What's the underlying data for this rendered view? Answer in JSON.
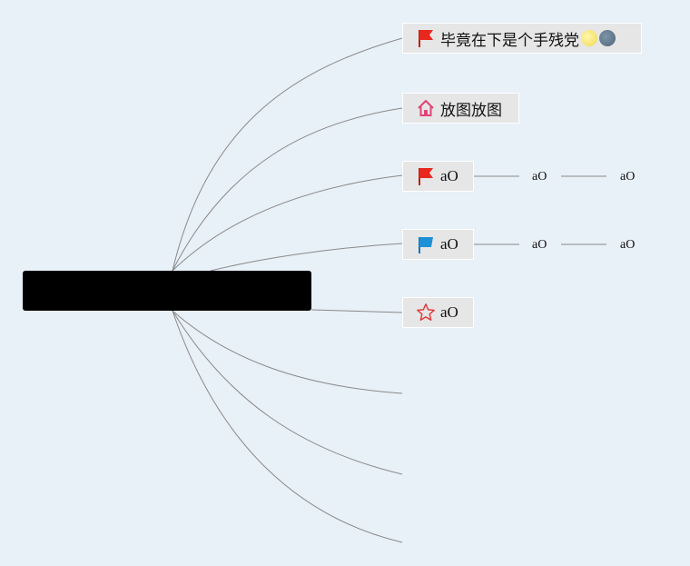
{
  "root": {
    "label": ""
  },
  "branches": [
    {
      "label": "毕竟在下是个手残党",
      "icon": "red-flag-icon",
      "extra_icons": [
        "sun-face-icon",
        "new-moon-face-icon"
      ]
    },
    {
      "label": "放图放图",
      "icon": "house-icon"
    },
    {
      "label": "aO",
      "icon": "red-flag-icon",
      "children": [
        "aO",
        "aO"
      ]
    },
    {
      "label": "aO",
      "icon": "blue-flag-icon",
      "children": [
        "aO",
        "aO"
      ]
    },
    {
      "label": "aO",
      "icon": "star-outline-icon"
    }
  ],
  "colors": {
    "background": "#e8f0f8",
    "root_fill": "#000000",
    "node_fill": "#e6e6e6",
    "connector": "#8a8a8a",
    "red_flag": "#e8281e",
    "blue_flag": "#1e90d8",
    "house": "#e0457a",
    "star": "#e03a3a"
  }
}
